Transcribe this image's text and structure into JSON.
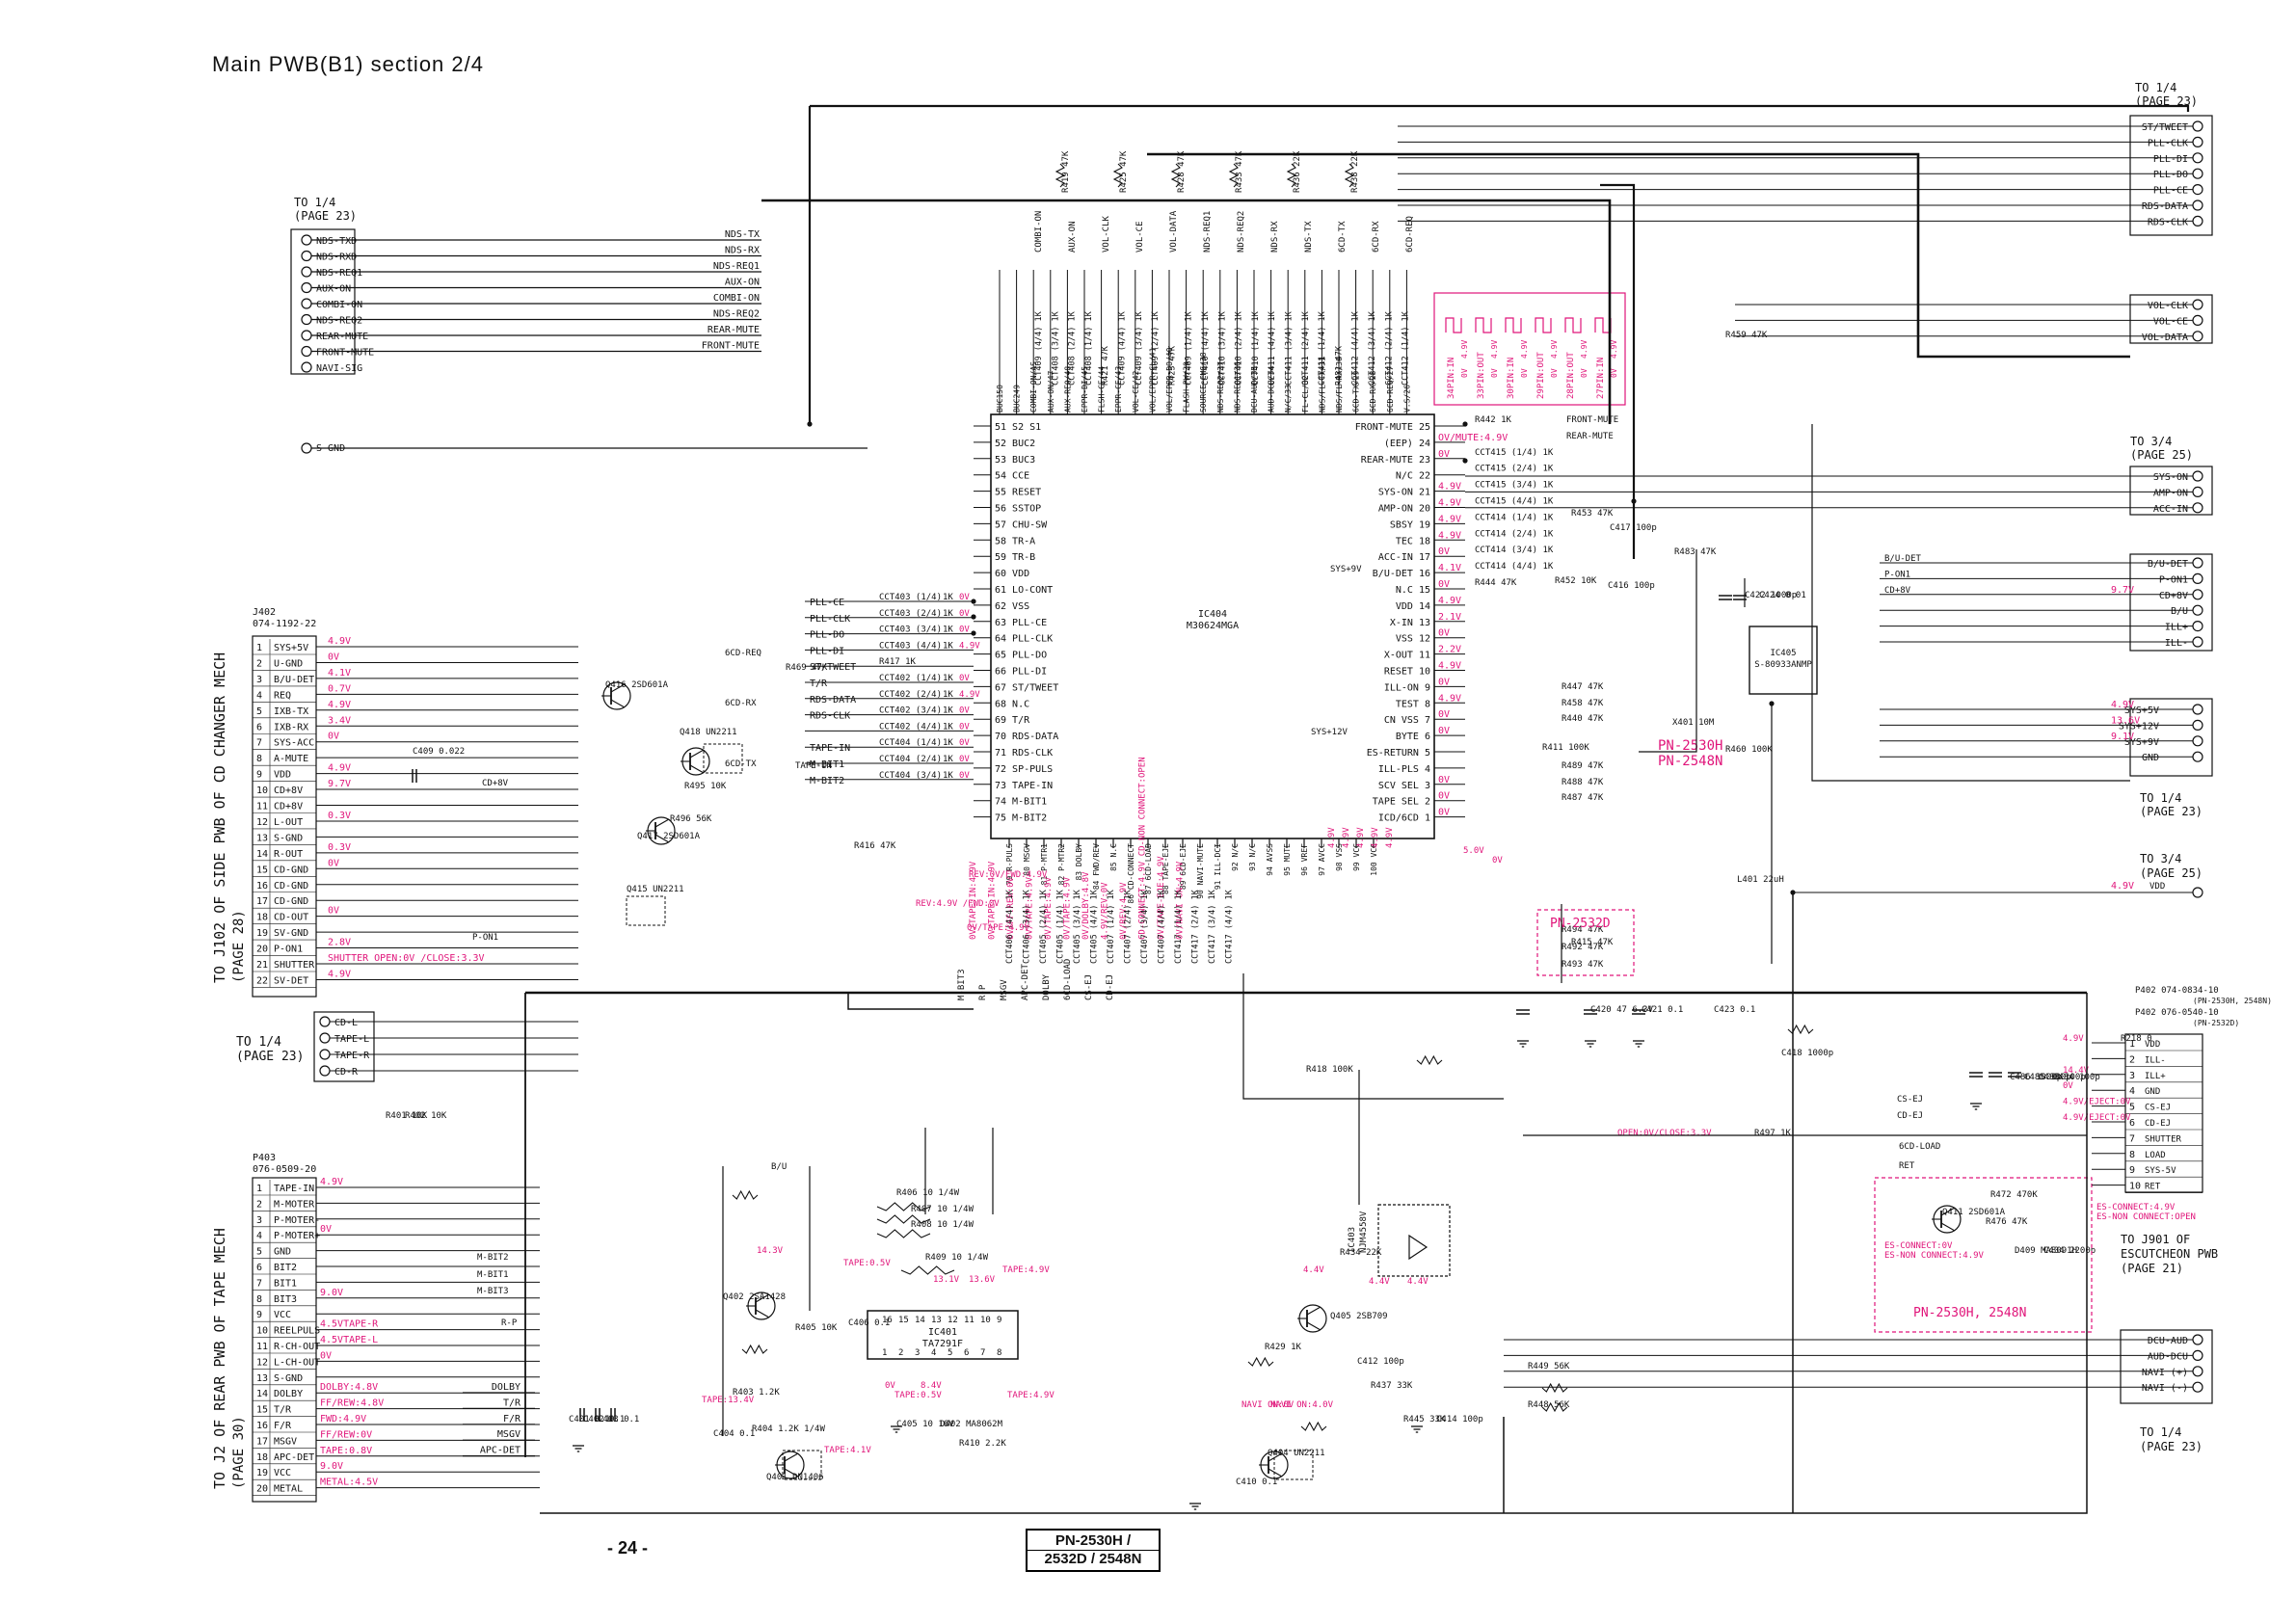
{
  "title": "Main PWB(B1) section  2/4",
  "page_number": "- 24 -",
  "models": [
    "PN-2530H /",
    "2532D / 2548N"
  ],
  "colors": {
    "line": "#111111",
    "voltage": "#e0157a"
  },
  "ic404": {
    "ref": "IC404",
    "part": "M30624MGA"
  },
  "ic401": {
    "ref": "IC401",
    "part": "TA7291F"
  },
  "ic405": {
    "ref": "IC405",
    "part": "S-80933ANMP"
  },
  "ic403": {
    "ref": "IC403",
    "part": "NJM4558V"
  },
  "connectors": {
    "top_left": {
      "target": "TO 1/4",
      "page": "(PAGE 23)",
      "pins": [
        "NDS-TXD",
        "NDS-RXD",
        "NDS-REQ1",
        "AUX-ON",
        "COMBI-ON",
        "NDS-REQ2",
        "REAR-MUTE",
        "FRONT-MUTE",
        "NAVI-SIG"
      ],
      "nets": [
        "NDS-TX",
        "NDS-RX",
        "NDS-REQ1",
        "AUX-ON",
        "COMBI-ON",
        "NDS-REQ2",
        "REAR-MUTE",
        "FRONT-MUTE"
      ],
      "sgnd": "S-GND"
    },
    "j402": {
      "ref": "J402",
      "part": "074-1192-22",
      "side_label": "TO J102 OF SIDE PWB OF CD CHANGER MECH",
      "side_page": "(PAGE 28)",
      "pins": [
        "SYS+5V",
        "U-GND",
        "B/U-DET",
        "REQ",
        "IXB-TX",
        "IXB-RX",
        "SYS-ACC",
        "A-MUTE",
        "VDD",
        "CD+8V",
        "CD+8V",
        "L-OUT",
        "S-GND",
        "R-OUT",
        "CD-GND",
        "CD-GND",
        "CD-GND",
        "CD-OUT",
        "SV-GND",
        "P-ON1",
        "SHUTTER",
        "SV-DET"
      ],
      "voltages": [
        "4.9V",
        "0V",
        "4.1V",
        "0.7V",
        "4.9V",
        "3.4V",
        "0V",
        "",
        "4.9V",
        "9.7V",
        "",
        "0.3V",
        "",
        "0.3V",
        "0V",
        "",
        "",
        "0V",
        "",
        "2.8V",
        "SHUTTER OPEN:0V /CLOSE:3.3V",
        "4.9V"
      ]
    },
    "tape_small": {
      "target": "TO 1/4",
      "page": "(PAGE 23)",
      "pins": [
        "CD-L",
        "TAPE-L",
        "TAPE-R",
        "CD-R"
      ]
    },
    "p403": {
      "ref": "P403",
      "part": "076-0509-20",
      "side_label": "TO J2 OF REAR PWB OF TAPE MECH",
      "side_page": "(PAGE 30)",
      "pins": [
        "TAPE-IN",
        "M-MOTER",
        "P-MOTER-",
        "P-MOTER+",
        "GND",
        "BIT2",
        "BIT1",
        "BIT3",
        "VCC",
        "REELPULS",
        "R-CH-OUT",
        "L-CH-OUT",
        "S-GND",
        "DOLBY",
        "T/R",
        "F/R",
        "MSGV",
        "APC-DET",
        "VCC",
        "METAL"
      ],
      "voltages": [
        "4.9V",
        "",
        "",
        "0V",
        "",
        "",
        "",
        "9.0V",
        "",
        "4.5VTAPE-R",
        "4.5VTAPE-L",
        "0V",
        "",
        "DOLBY:4.8V",
        "FF/REW:4.8V",
        "FWD:4.9V",
        "FF/REW:0V",
        "TAPE:0.8V",
        "9.0V",
        "METAL:4.5V"
      ],
      "nets": [
        "DOLBY",
        "T/R",
        "F/R",
        "MSGV",
        "APC-DET"
      ]
    },
    "right_top": {
      "target": "TO 1/4",
      "page": "(PAGE 23)",
      "pins": [
        "ST/TWEET",
        "PLL-CLK",
        "PLL-DI",
        "PLL-DO",
        "PLL-CE",
        "RDS-DATA",
        "RDS-CLK"
      ],
      "vol_pins": [
        "VOL-CLK",
        "VOL-CE",
        "VOL-DATA"
      ]
    },
    "right_mid": {
      "target": "TO 3/4",
      "page": "(PAGE 25)",
      "pins": [
        "SYS-ON",
        "AMP-ON",
        "ACC-IN"
      ],
      "pins2": [
        "B/U-DET",
        "P-ON1",
        "CD+8V",
        "B/U",
        "ILL+",
        "ILL-"
      ],
      "v2": [
        "",
        "",
        "9.7V",
        "",
        "",
        ""
      ],
      "pins3": [
        "SYS+5V",
        "SYS+12V",
        "SYS+9V",
        "GND"
      ],
      "v3": [
        "4.9V",
        "13.6V",
        "9.1V",
        ""
      ],
      "under": "TO 1/4",
      "under_page": "(PAGE 23)"
    },
    "vdd": {
      "target": "TO 3/4",
      "page": "(PAGE 25)",
      "net": "VDD",
      "voltage": "4.9V"
    },
    "p402": {
      "ref": "P402",
      "line1": "P402 074-0834-10",
      "line1b": "(PN-2530H, 2548N)",
      "line2": "P402 076-0540-10",
      "line2b": "(PN-2532D)",
      "pins": [
        "VDD",
        "ILL-",
        "ILL+",
        "GND",
        "CS-EJ",
        "CD-EJ",
        "SHUTTER",
        "LOAD",
        "SYS-5V",
        "RET"
      ],
      "voltages": [
        "4.9V",
        "",
        "14.4V",
        "0V",
        "4.9V/EJECT:0V",
        "4.9V/EJECT:0V",
        "",
        "",
        "",
        ""
      ],
      "nets": [
        "CS-EJ",
        "CD-EJ",
        "6CD-LOAD",
        "RET"
      ],
      "target": "TO J901 OF",
      "target2": "ESCUTCHEON PWB",
      "page": "(PAGE 21)"
    },
    "bottom_right": {
      "target": "TO 1/4",
      "page": "(PAGE 23)",
      "pins": [
        "DCU-AUD",
        "AUD-DCU",
        "NAVI (+)",
        "NAVI (-)"
      ]
    }
  },
  "ic404_pins_left": [
    {
      "n": "51",
      "name": "S2 S1"
    },
    {
      "n": "52",
      "name": "BUC2"
    },
    {
      "n": "53",
      "name": "BUC3"
    },
    {
      "n": "54",
      "name": "CCE"
    },
    {
      "n": "55",
      "name": "RESET"
    },
    {
      "n": "56",
      "name": "SSTOP"
    },
    {
      "n": "57",
      "name": "CHU-SW"
    },
    {
      "n": "58",
      "name": "TR-A"
    },
    {
      "n": "59",
      "name": "TR-B"
    },
    {
      "n": "60",
      "name": "VDD"
    },
    {
      "n": "61",
      "name": "LO-CONT"
    },
    {
      "n": "62",
      "name": "VSS"
    },
    {
      "n": "63",
      "name": "PLL-CE"
    },
    {
      "n": "64",
      "name": "PLL-CLK"
    },
    {
      "n": "65",
      "name": "PLL-DO"
    },
    {
      "n": "66",
      "name": "PLL-DI"
    },
    {
      "n": "67",
      "name": "ST/TWEET"
    },
    {
      "n": "68",
      "name": "N.C"
    },
    {
      "n": "69",
      "name": "T/R"
    },
    {
      "n": "70",
      "name": "RDS-DATA"
    },
    {
      "n": "71",
      "name": "RDS-CLK"
    },
    {
      "n": "72",
      "name": "SP-PULS"
    },
    {
      "n": "73",
      "name": "TAPE-IN"
    },
    {
      "n": "74",
      "name": "M-BIT1"
    },
    {
      "n": "75",
      "name": "M-BIT2"
    }
  ],
  "ic404_pins_right": [
    {
      "n": "25",
      "name": "FRONT-MUTE"
    },
    {
      "n": "24",
      "name": "(EEP)"
    },
    {
      "n": "23",
      "name": "REAR-MUTE"
    },
    {
      "n": "22",
      "name": "N/C"
    },
    {
      "n": "21",
      "name": "SYS-ON"
    },
    {
      "n": "20",
      "name": "AMP-ON"
    },
    {
      "n": "19",
      "name": "SBSY"
    },
    {
      "n": "18",
      "name": "TEC"
    },
    {
      "n": "17",
      "name": "ACC-IN"
    },
    {
      "n": "16",
      "name": "B/U-DET"
    },
    {
      "n": "15",
      "name": "N.C"
    },
    {
      "n": "14",
      "name": "VDD"
    },
    {
      "n": "13",
      "name": "X-IN"
    },
    {
      "n": "12",
      "name": "VSS"
    },
    {
      "n": "11",
      "name": "X-OUT"
    },
    {
      "n": "10",
      "name": "RESET"
    },
    {
      "n": "9",
      "name": "ILL-ON"
    },
    {
      "n": "8",
      "name": "TEST"
    },
    {
      "n": "7",
      "name": "CN VSS"
    },
    {
      "n": "6",
      "name": "BYTE"
    },
    {
      "n": "5",
      "name": "ES-RETURN"
    },
    {
      "n": "4",
      "name": "ILL-PLS"
    },
    {
      "n": "3",
      "name": "SCV SEL"
    },
    {
      "n": "2",
      "name": "TAPE SEL"
    },
    {
      "n": "1",
      "name": "ICD/6CD"
    }
  ],
  "ic404_right_volts": [
    "",
    "OV/MUTE:4.9V",
    "0V",
    "",
    "4.9V",
    "4.9V",
    "4.9V",
    "4.9V",
    "0V",
    "4.1V",
    "0V",
    "4.9V",
    "2.1V",
    "0V",
    "2.2V",
    "4.9V",
    "0V",
    "4.9V",
    "0V",
    "0V",
    "",
    "",
    "0V",
    "0V",
    "0V"
  ],
  "ic404_top_resistors": [
    "CCT409 (4/4) 1K",
    "CCT408 (3/4) 1K",
    "CCT408 (2/4) 1K",
    "CCT408 (1/4) 1K",
    "R421 47K",
    "CCT409 (4/4) 1K",
    "CCT409 (3/4) 1K",
    "CCT409 (2/4) 1K",
    "R423 47K",
    "CCT409 (1/4) 1K",
    "CCT410 (4/4) 1K",
    "CCT410 (3/4) 1K",
    "CCT410 (2/4) 1K",
    "CCT410 (1/4) 1K",
    "CCT411 (4/4) 1K",
    "CCT411 (3/4) 1K",
    "CCT411 (2/4) 1K",
    "CCT411 (1/4) 1K",
    "R431 47K",
    "CCT412 (4/4) 1K",
    "CCT412 (3/4) 1K",
    "CCT412 (2/4) 1K",
    "CCT412 (1/4) 1K"
  ],
  "ic404_top_pins": [
    "BUC150",
    "BUC249",
    "COMBI-ON/AS",
    "AUX-ON/47",
    "AUX-REQ/48",
    "EPPR-DI/45",
    "FLSH-CE/44",
    "EPPR-CE/43",
    "VOL-CE/42",
    "VOL/EPPR-CL/41",
    "VOL/EPPR-DO/40",
    "FLASH-PW/39",
    "SOURCE-CHG/38",
    "NDS-REQ2/37",
    "NDS-REQ1/36",
    "DCU-AUD/35",
    "AUD-DCU/34",
    "N/C/33",
    "FL-CL/32",
    "NDS/FL-TX/31",
    "NDS/FL-RX/30",
    "6CD-TX/29",
    "6CD-RX/28",
    "6CD-REQ/27",
    "V.S/26"
  ],
  "ic404_top_nets": [
    "COMBI-ON",
    "AUX-ON",
    "VOL-CLK",
    "VOL-CE",
    "VOL-DATA",
    "NDS-REQ1",
    "NDS-REQ2",
    "NDS-RX",
    "NDS-TX",
    "6CD-TX",
    "6CD-RX",
    "6CD-REQ"
  ],
  "ic404_top_res_ref": [
    "R419 47K",
    "R425 47K",
    "R428 47K",
    "R433 47K",
    "R436 22K",
    "R438 22K"
  ],
  "ic404_bottom_pins": [
    "79 R-PULS",
    "80 MSGV",
    "81 P-MTR1",
    "82 P-MTR2",
    "83 DOLBY",
    "84 FWD/REV",
    "85 N.C",
    "86 CD-CONNECT",
    "87 6CD-LOAD",
    "88 TAPE-EJE",
    "89 6CD-EJE",
    "90 NAVI-MUTE",
    "91 ILL-DCI",
    "92 N/C",
    "93 N/C",
    "94 AVSS",
    "95 MUTE",
    "96 VREF",
    "97 AVCC",
    "98 VSS",
    "99 VCC",
    "100 VCC"
  ],
  "ic404_bottom_volts": [
    "0V/TAPE:IN:4.9V",
    "0V/TAPE:IN:4.9V",
    "0V/FF:REW:0V",
    "0V/TAPE:4.9V",
    "0V/TAPE:4.9V",
    "0V/TAPE:4.9V",
    "0V/DOLBY:4.8V",
    "4.9V/REV:0V",
    "0V/REV:4.9V",
    "CD-CONNECT:4.9V CD-NON CONNECT:OPEN",
    "0V/TAPE-EJE:4.9V",
    "0V/NAVI ON:4.9V"
  ],
  "ic404_bottom_res": [
    "CCT406 (4/4) 1K",
    "CCT406 (3/4) 1K",
    "CCT405 (2/4) 1K",
    "CCT405 (1/4) 1K",
    "CCT405 (3/4) 1K",
    "CCT405 (4/4) 1K",
    "CCT407 (1/4) 1K",
    "CCT407 (2/4) 1K",
    "CCT407 (3/4) 1K",
    "CCT407 (4/4) 1K",
    "CCT417 (1/4) 1K",
    "CCT417 (2/4) 1K",
    "CCT417 (3/4) 1K",
    "CCT417 (4/4) 1K"
  ],
  "ic404_bottom_nets": [
    "M-BIT3",
    "R-P",
    "MSGV",
    "APC-DET",
    "DOLBY",
    "6CD-LOAD",
    "CS-EJ",
    "CD-EJ"
  ],
  "left_io": [
    {
      "res": "CCT403 (1/4)",
      "v": "1K",
      "vv": "0V",
      "net": "PLL-CE"
    },
    {
      "res": "CCT403 (2/4)",
      "v": "1K",
      "vv": "0V",
      "net": "PLL-CLK"
    },
    {
      "res": "CCT403 (3/4)",
      "v": "1K",
      "vv": "0V",
      "net": "PLL-DO"
    },
    {
      "res": "CCT403 (4/4)",
      "v": "1K",
      "vv": "4.9V",
      "net": "PLL-DI"
    },
    {
      "res": "R417 1K",
      "v": "",
      "vv": "",
      "net": "ST/TWEET"
    },
    {
      "res": "CCT402 (1/4)",
      "v": "1K",
      "vv": "0V",
      "net": "T/R"
    },
    {
      "res": "CCT402 (2/4)",
      "v": "1K",
      "vv": "4.9V",
      "net": "RDS-DATA"
    },
    {
      "res": "CCT402 (3/4)",
      "v": "1K",
      "vv": "0V",
      "net": "RDS-CLK"
    },
    {
      "res": "CCT402 (4/4)",
      "v": "1K",
      "vv": "0V",
      "net": ""
    },
    {
      "res": "CCT404 (1/4)",
      "v": "1K",
      "vv": "0V",
      "net": "TAPE-IN"
    },
    {
      "res": "CCT404 (2/4)",
      "v": "1K",
      "vv": "0V",
      "net": "M-BIT1"
    },
    {
      "res": "CCT404 (3/4)",
      "v": "1K",
      "vv": "0V",
      "net": "M-BIT2"
    }
  ],
  "ic404_other_volts": [
    "4.9V",
    "4.9V",
    "4.9V",
    "4.9V",
    "4.9V"
  ],
  "right_components": [
    {
      "ref": "R442 1K",
      "net": "FRONT-MUTE"
    },
    {
      "ref": "",
      "net": "REAR-MUTE"
    },
    {
      "ref": "CCT415 (1/4) 1K",
      "net": ""
    },
    {
      "ref": "CCT415 (2/4) 1K",
      "net": ""
    },
    {
      "ref": "CCT415 (3/4) 1K",
      "net": ""
    },
    {
      "ref": "CCT415 (4/4) 1K",
      "net": ""
    },
    {
      "ref": "CCT414 (1/4) 1K",
      "net": ""
    },
    {
      "ref": "CCT414 (2/4) 1K",
      "net": ""
    },
    {
      "ref": "CCT414 (3/4) 1K",
      "net": ""
    },
    {
      "ref": "CCT414 (4/4) 1K",
      "net": ""
    },
    {
      "ref": "R444 47K",
      "net": ""
    }
  ],
  "misc_labels": [
    "R453 47K",
    "C417 100p",
    "R483 47K",
    "R452 10K",
    "C416 100p",
    "C422 1000p",
    "C424 0.01",
    "X401 10M",
    "R447 47K",
    "R458 47K",
    "R440 47K",
    "R489 47K",
    "R488 47K",
    "R487 47K",
    "R411 100K",
    "R459 47K",
    "R460 100K",
    "R494 47K",
    "R492 47K",
    "R493 47K",
    "R415 47K",
    "L401 22uH",
    "C420 47 6.3V",
    "C421 0.1",
    "C423 0.1",
    "C418 1000p",
    "R418 100K",
    "R497 1K",
    "R469 47K",
    "R416 47K",
    "C409 0.022",
    "Q416 2SD601A",
    "Q418 UN2211",
    "R495 10K",
    "R496 56K",
    "Q417 2SD601A",
    "Q415 UN2211",
    "R406 10 1/4W",
    "R407 10 1/4W",
    "R408 10 1/4W",
    "R409 10 1/4W",
    "Q402 2SA1428",
    "R405 10K",
    "C406 0.1",
    "R403 1.2K",
    "R404 1.2K 1/4W",
    "C404 0.1",
    "Q401 DN1406",
    "C405 10 16V",
    "D402 MA8062M",
    "R410 2.2K",
    "C401 0.1",
    "C402 0.1",
    "C403 0.1",
    "R401 10K",
    "R402 10K",
    "R434 22K",
    "Q405 2SB709",
    "R429 1K",
    "C412 100p",
    "R437 33K",
    "R445 33K",
    "C414 100p",
    "R449 56K",
    "R448 56K",
    "C410 0.1",
    "Q404 UN2211",
    "Q411 2SD601A",
    "R472 470K",
    "R476 47K",
    "D409 MA8091H",
    "C434 2200p",
    "C486 1000p",
    "C485 100p",
    "C483 100p",
    "C484 100p",
    "R218 0"
  ],
  "ic_voltages_misc": [
    "5.0V",
    "0V",
    "13.1V",
    "13.6V",
    "TAPE:0.5V",
    "TAPE:4.9V",
    "14.3V",
    "TAPE:13.4V",
    "TAPE:4.1V",
    "TAPE:0.5V",
    "8.4V",
    "0V",
    "TAPE:4.9V",
    "4.4V",
    "4.4V",
    "4.4V",
    "NAVI ON:0V",
    "NAVI ON:4.0V",
    "REV:4.9V /FWD:0V",
    "0V/TAPE:4.9V",
    "REV:0V/FWD:4.9V",
    "OPEN:0V/CLOSE:3.3V",
    "ES-CONNECT:4.9V",
    "ES-NON CONNECT:OPEN",
    "ES-CONNECT:0V",
    "ES-NON CONNECT:4.9V"
  ],
  "variant_labels": {
    "a": "PN-2530H",
    "b": "PN-2548N",
    "c": "PN-2532D",
    "d": "PN-2530H, 2548N"
  },
  "nets_misc": [
    "6CD-REQ",
    "6CD-RX",
    "6CD-TX",
    "CD+8V",
    "P-ON1",
    "SYS+9V",
    "B/U",
    "SYS+12V",
    "TAPE-IN",
    "M-BIT2",
    "M-BIT1",
    "M-BIT3",
    "R-P",
    "CS-EJ",
    "CD-EJ",
    "6CD-LOAD",
    "RET"
  ],
  "waveforms": [
    "34PIN:IN",
    "33PIN:OUT",
    "30PIN:IN",
    "29PIN:OUT",
    "28PIN:OUT",
    "27PIN:IN"
  ],
  "waveform_volts": [
    "4.9V",
    "0V",
    "4.9V",
    "0V",
    "4.9V",
    "0V",
    "4.9V",
    "0V",
    "4.9V",
    "0V",
    "4.9V",
    "0V"
  ]
}
